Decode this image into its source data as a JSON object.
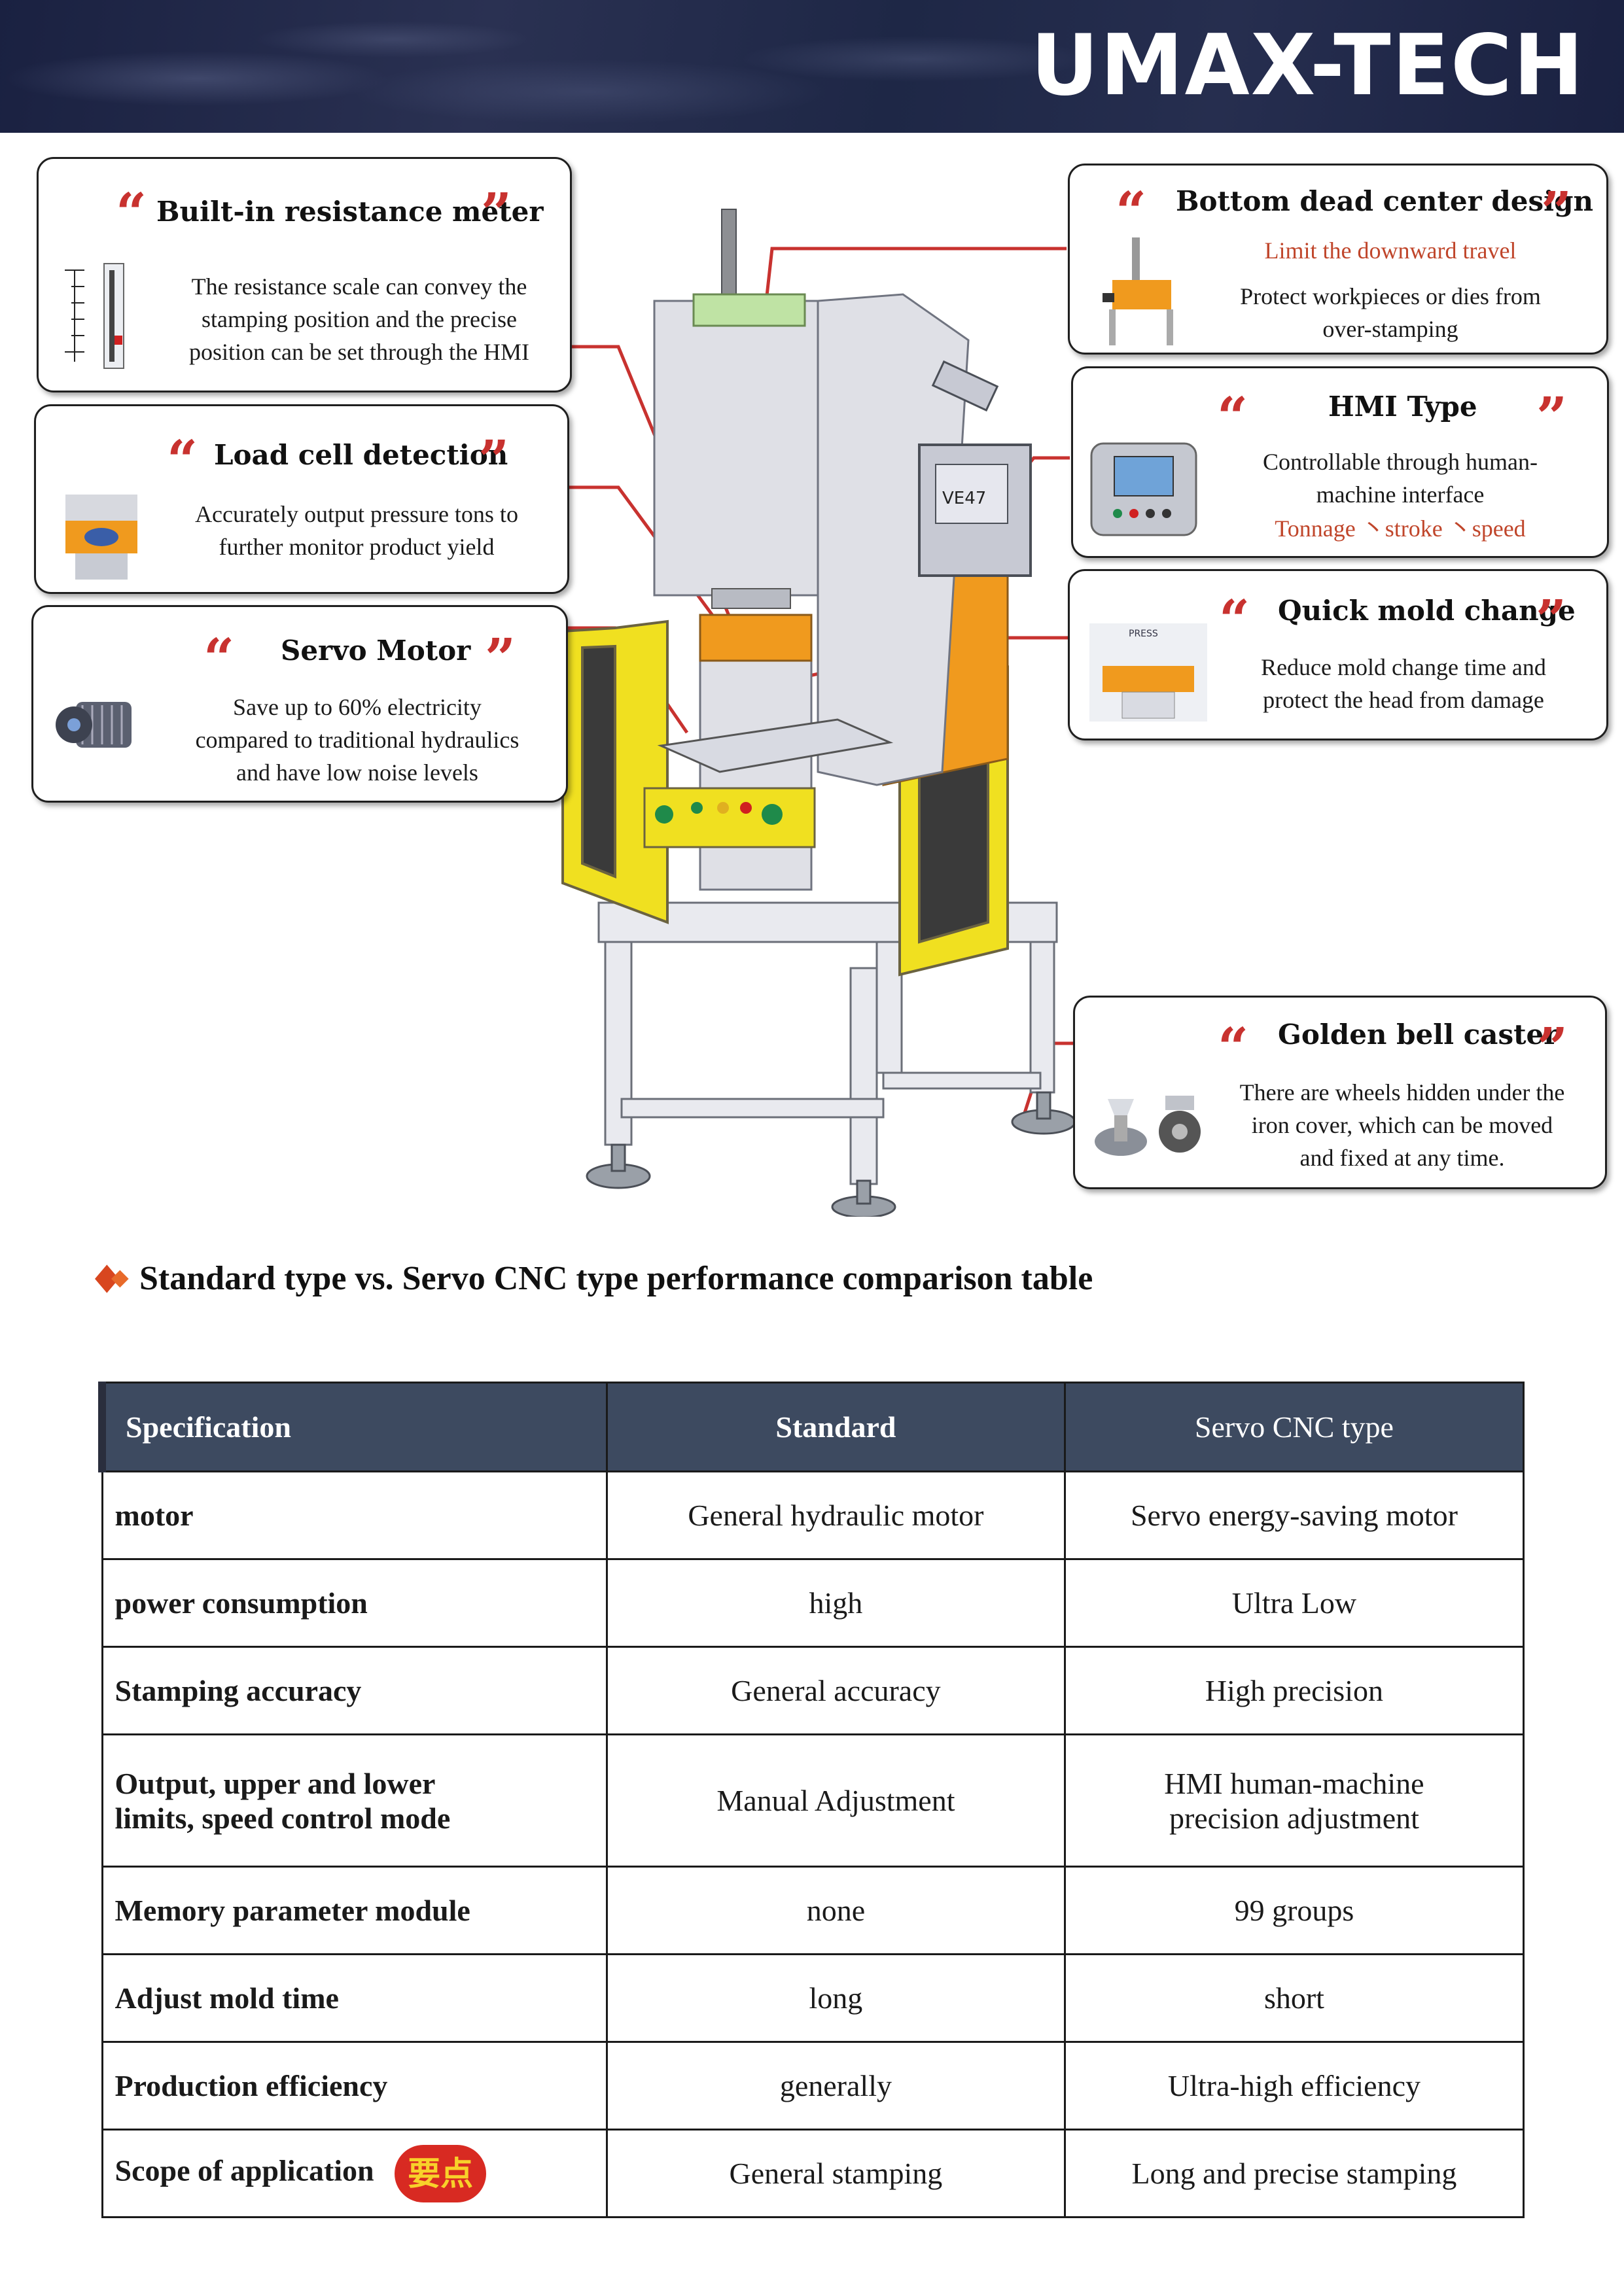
{
  "header": {
    "brand": "UMAX-TECH"
  },
  "callouts": [
    {
      "id": "resistance",
      "title": "Built-in resistance meter",
      "lines": [
        "The resistance scale can convey the",
        "stamping position and the precise",
        "position can be set through the HMI"
      ]
    },
    {
      "id": "loadcell",
      "title": "Load cell detection",
      "lines": [
        "Accurately output pressure tons to",
        "further monitor product yield"
      ]
    },
    {
      "id": "servo",
      "title": "Servo Motor",
      "lines": [
        "Save up to 60% electricity",
        "compared to traditional hydraulics",
        "and have low noise levels"
      ]
    },
    {
      "id": "bdc",
      "title": "Bottom dead center design",
      "accent": "Limit the downward travel",
      "lines": [
        "Protect workpieces or dies from",
        "over-stamping"
      ]
    },
    {
      "id": "hmi",
      "title": "HMI Type",
      "lines": [
        "Controllable through human-",
        "machine interface"
      ],
      "accent": "Tonnage 丶stroke 丶speed"
    },
    {
      "id": "mold",
      "title": "Quick mold change",
      "lines": [
        "Reduce mold change time and",
        "protect the head from damage"
      ]
    },
    {
      "id": "caster",
      "title": "Golden bell caster",
      "lines": [
        "There are wheels hidden under the",
        "iron cover, which can be moved",
        "and fixed at any time."
      ]
    }
  ],
  "hmi_screen_text": "VE47",
  "thumb_label_press": "PRESS",
  "section": {
    "title": "Standard type vs. Servo CNC type performance comparison table"
  },
  "table": {
    "headers": [
      "Specification",
      "Standard",
      "Servo CNC type"
    ],
    "rows": [
      [
        "motor",
        "General hydraulic motor",
        "Servo energy-saving motor"
      ],
      [
        "power consumption",
        "high",
        "Ultra Low"
      ],
      [
        "Stamping accuracy",
        "General accuracy",
        "High precision"
      ],
      [
        "Output, upper and lower limits, speed control mode",
        "Manual Adjustment",
        "HMI human-machine precision adjustment"
      ],
      [
        "Memory parameter module",
        "none",
        "99 groups"
      ],
      [
        "Adjust mold time",
        "long",
        "short"
      ],
      [
        "Production efficiency",
        "generally",
        "Ultra-high efficiency"
      ],
      [
        "Scope of application",
        "General stamping",
        "Long and precise stamping"
      ]
    ],
    "badge": "要点"
  },
  "colors": {
    "header_bg": "#1e2746",
    "accent_red": "#c8322f",
    "table_header": "#3d4a60",
    "machine_yellow": "#f0e020",
    "machine_orange": "#f09a1e"
  }
}
